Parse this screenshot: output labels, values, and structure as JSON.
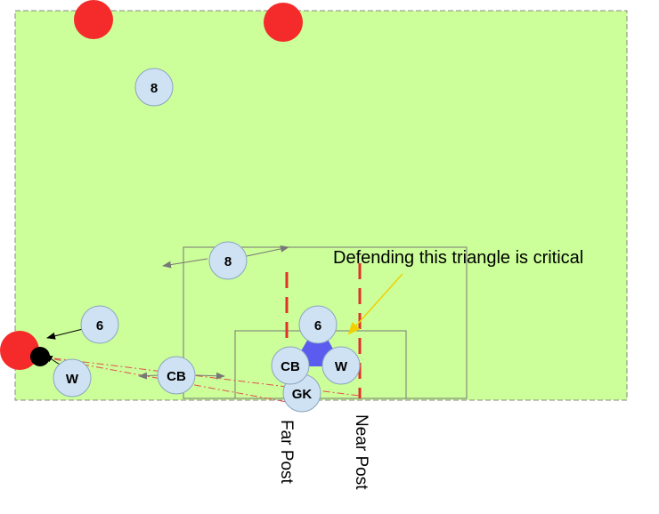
{
  "colors": {
    "pitch": "#ccff99",
    "pitch_border": "#888888",
    "box_line": "#777777",
    "post_line": "#e0302a",
    "player_fill": "#cfe2f3",
    "player_stroke": "#8aa5bf",
    "opponent_fill": "#f52a2a",
    "triangle_fill": "#5b5bf0",
    "callout_arrow": "#f0d000",
    "ball": "#000000"
  },
  "annotation": "Defending this triangle is critical",
  "posts": {
    "far_label": "Far Post",
    "near_label": "Near Post"
  },
  "players": [
    {
      "label": "8"
    },
    {
      "label": "8"
    },
    {
      "label": "6"
    },
    {
      "label": "W"
    },
    {
      "label": "CB"
    },
    {
      "label": "6"
    },
    {
      "label": "CB"
    },
    {
      "label": "W"
    },
    {
      "label": "GK"
    }
  ]
}
